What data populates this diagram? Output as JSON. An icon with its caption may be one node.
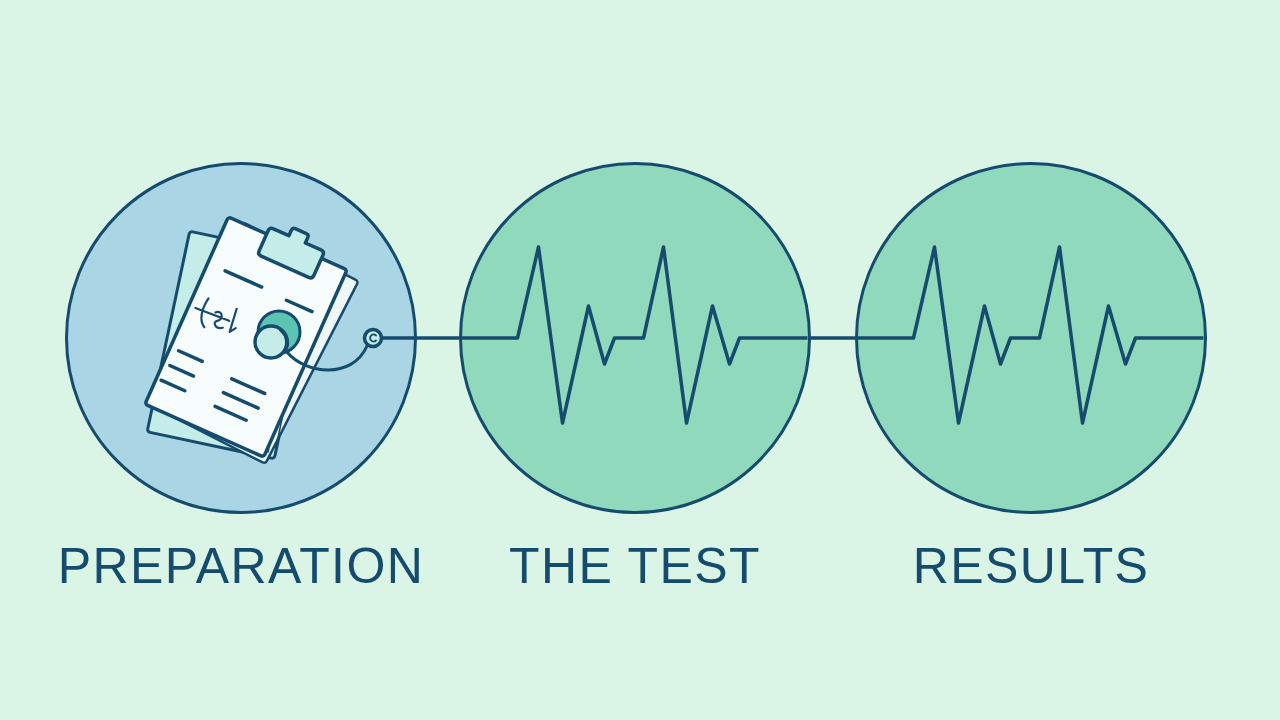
{
  "diagram": {
    "nodes": [
      {
        "text": [
          "PREPARATION"
        ]
      },
      {
        "text": [
          "THE TEST"
        ]
      },
      {
        "text": [
          "RESULTS"
        ]
      }
    ],
    "edges": [
      {
        "from": 0,
        "to": 1,
        "arrow": "none"
      },
      {
        "from": 1,
        "to": 2,
        "arrow": "none"
      }
    ]
  }
}
